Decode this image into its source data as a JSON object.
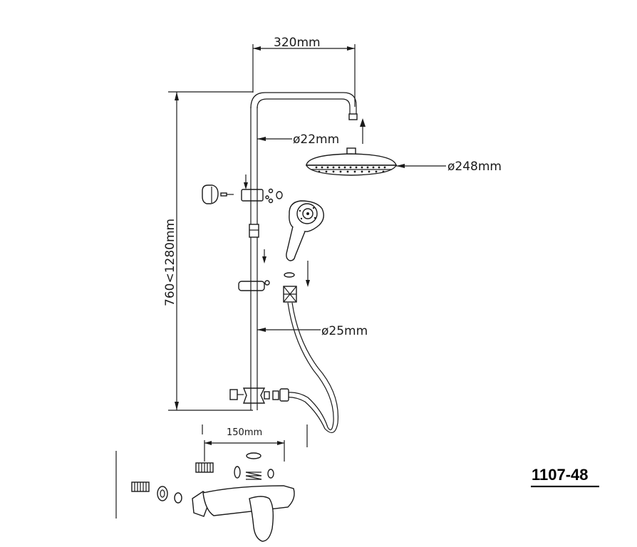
{
  "dimensions": {
    "top_width": "320mm",
    "pipe_upper_diameter": "ø22mm",
    "shower_head_diameter": "ø248mm",
    "pipe_lower_diameter": "ø25mm",
    "height_range": "760<1280mm",
    "spout_spacing": "150mm"
  },
  "model_number": "1107-48"
}
